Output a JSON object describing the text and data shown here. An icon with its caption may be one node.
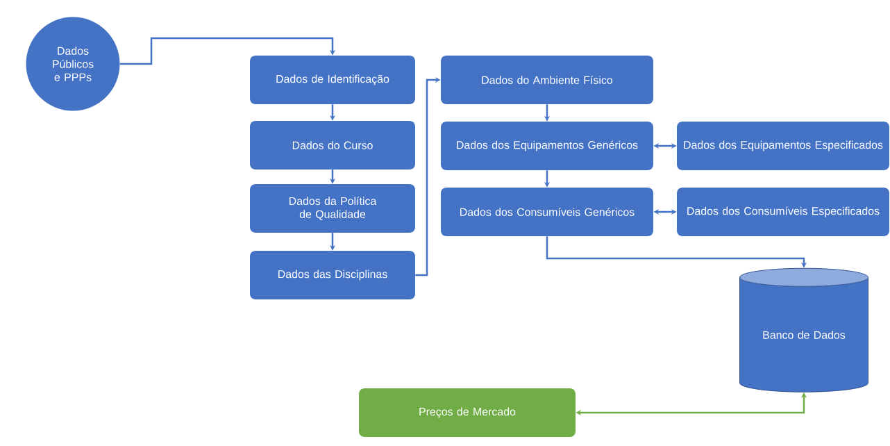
{
  "diagram": {
    "nodes": [
      {
        "text": [
          "Dados Públicos e PPPs"
        ]
      },
      {
        "text": [
          "Dados de Identificação"
        ]
      },
      {
        "text": [
          "Dados do Curso"
        ]
      },
      {
        "text": [
          "Dados da Política de Qualidade"
        ]
      },
      {
        "text": [
          "Dados das Disciplinas"
        ]
      },
      {
        "text": [
          "Dados do Ambiente Físico"
        ]
      },
      {
        "text": [
          "Dados dos Equipamentos Genéricos"
        ]
      },
      {
        "text": [
          "Dados dos Equipamentos Especificados"
        ]
      },
      {
        "text": [
          "Dados dos Consumíveis Genéricos"
        ]
      },
      {
        "text": [
          "Dados dos Consumíveis Especificados"
        ]
      },
      {
        "text": [
          "Banco de Dados"
        ]
      },
      {
        "text": [
          "Preços de Mercado"
        ]
      }
    ],
    "edges": [
      {
        "from": 0,
        "to": 1,
        "arrow": "to"
      },
      {
        "from": 1,
        "to": 2,
        "arrow": "to"
      },
      {
        "from": 2,
        "to": 3,
        "arrow": "to"
      },
      {
        "from": 3,
        "to": 4,
        "arrow": "to"
      },
      {
        "from": 4,
        "to": 5,
        "arrow": "to"
      },
      {
        "from": 5,
        "to": 6,
        "arrow": "to"
      },
      {
        "from": 6,
        "to": 7,
        "arrow": "both"
      },
      {
        "from": 6,
        "to": 8,
        "arrow": "to"
      },
      {
        "from": 8,
        "to": 9,
        "arrow": "both"
      },
      {
        "from": 8,
        "to": 10,
        "arrow": "to"
      },
      {
        "from": 10,
        "to": 11,
        "arrow": "both",
        "color": "#70ad47"
      }
    ]
  }
}
